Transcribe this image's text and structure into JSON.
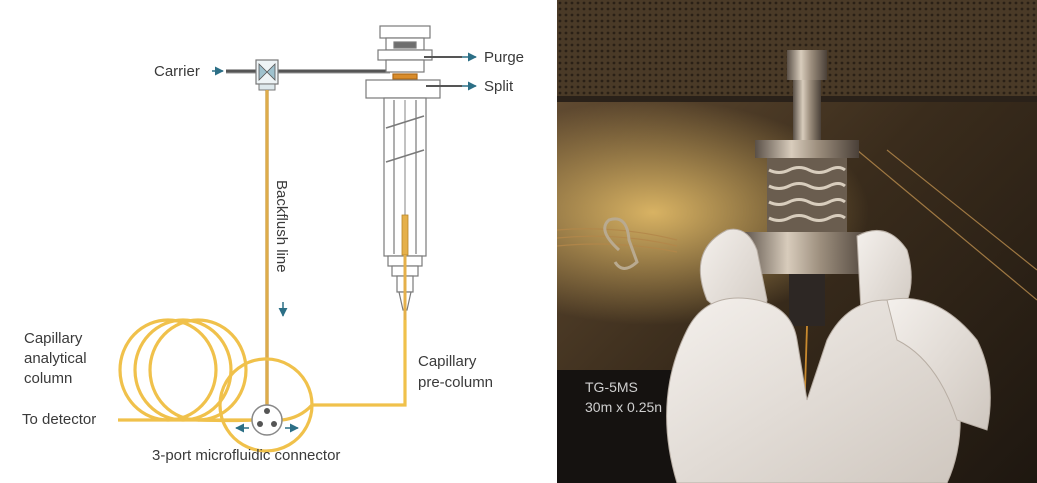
{
  "diagram": {
    "labels": {
      "carrier": "Carrier",
      "purge": "Purge",
      "split": "Split",
      "backflush_line": "Backflush line",
      "analytical_col_1": "Capillary",
      "analytical_col_2": "analytical",
      "analytical_col_3": "column",
      "to_detector": "To detector",
      "pre_col_1": "Capillary",
      "pre_col_2": "pre-column",
      "connector": "3-port microfluidic connector"
    },
    "colors": {
      "capillary": "#f0c14b",
      "backflush": "#c9922e",
      "arrow": "#2c6f86",
      "outline": "#777777"
    }
  },
  "photo": {
    "column_label_1": "TG-5MS",
    "column_label_2": "30m x 0.25n"
  }
}
